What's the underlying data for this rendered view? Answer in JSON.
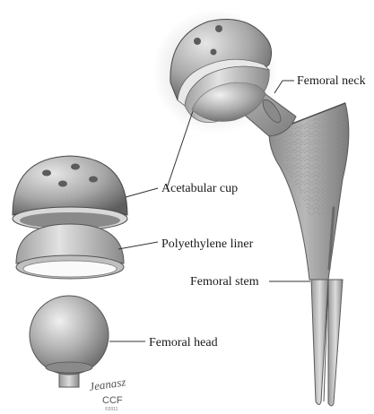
{
  "labels": {
    "femoral_neck": "Femoral neck",
    "acetabular_cup": "Acetabular cup",
    "polyethylene_liner": "Polyethylene liner",
    "femoral_stem": "Femoral stem",
    "femoral_head": "Femoral head"
  },
  "signature": {
    "artist": "Jeanasz",
    "org": "CCF",
    "year": "©2011"
  },
  "colors": {
    "metal_dark": "#6e6e6e",
    "metal_mid": "#9c9c9c",
    "metal_light": "#d6d6d6",
    "liner": "#c4c4c4",
    "ink": "#1a1a1a"
  }
}
